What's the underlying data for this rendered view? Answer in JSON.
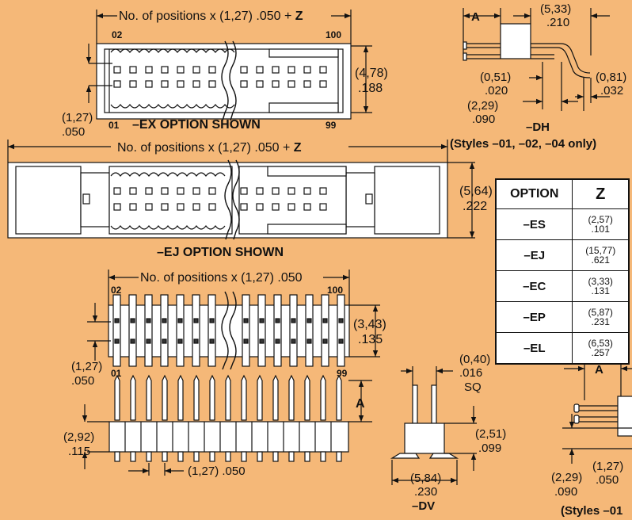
{
  "labels": {
    "top_formula_prefix": "No. of positions x  (1,27) .050 + ",
    "z": "Z",
    "mid_formula_prefix": "No. of positions x  (1,27) .050 + ",
    "bot_formula": "No. of positions x (1,27) .050",
    "pos_02": "02",
    "pos_100": "100",
    "pos_01": "01",
    "pos_99": "99",
    "ex_caption": "–EX OPTION SHOWN",
    "ej_caption": "–EJ OPTION SHOWN",
    "dh_caption": "–DH",
    "dh_styles": "(Styles –01, –02, –04 only)",
    "dv_caption": "–DV",
    "styles_bottom": "(Styles –01",
    "a": "A",
    "sq": "SQ"
  },
  "dims": {
    "h478_mm": "(4,78)",
    "h478_in": ".188",
    "p127_mm": "(1,27)",
    "p127_in": ".050",
    "h564_mm": "(5,64)",
    "h564_in": ".222",
    "h343_mm": "(3,43)",
    "h343_in": ".135",
    "h292_mm": "(2,92)",
    "h292_in": ".115",
    "pitch_bot": "(1,27) .050",
    "dh533_mm": "(5,33)",
    "dh533_in": ".210",
    "dh051_mm": "(0,51)",
    "dh051_in": ".020",
    "dh229_mm": "(2,29)",
    "dh229_in": ".090",
    "dh081_mm": "(0,81)",
    "dh081_in": ".032",
    "dv040_mm": "(0,40)",
    "dv040_in": ".016",
    "dv251_mm": "(2,51)",
    "dv251_in": ".099",
    "dv584_mm": "(5,84)",
    "dv584_in": ".230",
    "br229_mm": "(2,29)",
    "br229_in": ".090",
    "br127_mm": "(1,27)",
    "br127_in": ".050"
  },
  "option_table": {
    "header_option": "OPTION",
    "header_z": "Z",
    "rows": [
      {
        "name": "–ES",
        "mm": "(2,57)",
        "in": ".101"
      },
      {
        "name": "–EJ",
        "mm": "(15,77)",
        "in": ".621"
      },
      {
        "name": "–EC",
        "mm": "(3,33)",
        "in": ".131"
      },
      {
        "name": "–EP",
        "mm": "(5,87)",
        "in": ".231"
      },
      {
        "name": "–EL",
        "mm": "(6,53)",
        "in": ".257"
      }
    ]
  },
  "colors": {
    "background": "#f5b878",
    "stroke": "#111111",
    "part_fill": "#ffffff"
  }
}
